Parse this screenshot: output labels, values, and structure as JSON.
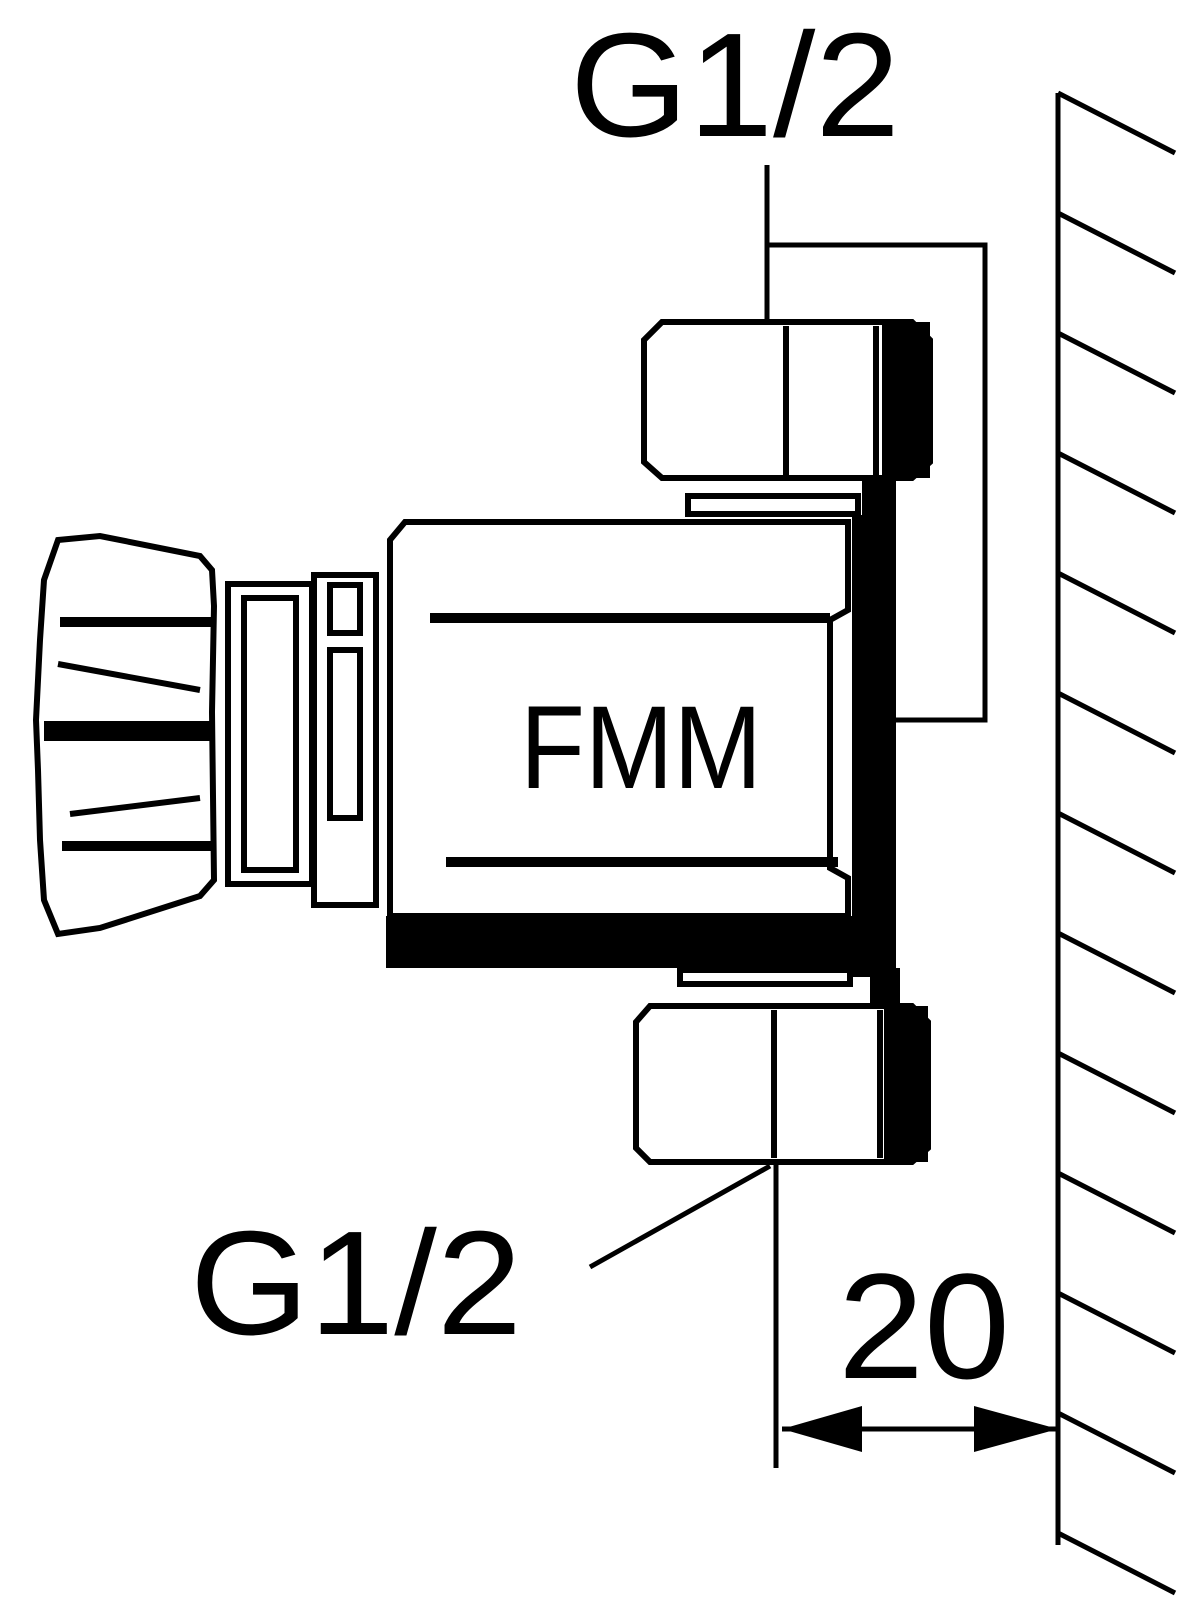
{
  "labels": {
    "top_thread": "G1/2",
    "bottom_thread": "G1/2",
    "body_marking": "FMM",
    "dimension": "20"
  },
  "colors": {
    "line": "#000000",
    "background": "#ffffff"
  }
}
